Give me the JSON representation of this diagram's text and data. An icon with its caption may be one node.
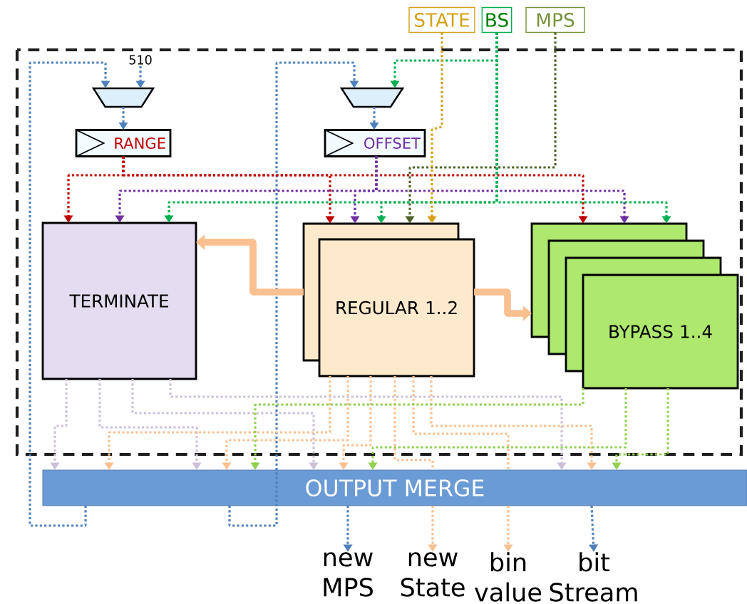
{
  "diagram": {
    "nodes": [
      {
        "text": [
          "510"
        ]
      },
      {
        "text": [],
        "shape": "trapezoid"
      },
      {
        "text": [
          "RANGE"
        ]
      },
      {
        "text": [],
        "shape": "trapezoid"
      },
      {
        "text": [
          "OFFSET"
        ]
      },
      {
        "text": [
          "STATE"
        ]
      },
      {
        "text": [
          "BS"
        ]
      },
      {
        "text": [
          "MPS"
        ]
      },
      {
        "text": [
          "TERMINATE"
        ]
      },
      {
        "text": [
          "REGULAR 1..2"
        ]
      },
      {
        "text": [
          "BYPASS 1..4"
        ]
      },
      {
        "text": [
          "OUTPUT MERGE"
        ]
      },
      {
        "text": [
          "new MPS"
        ]
      },
      {
        "text": [
          "new State"
        ]
      },
      {
        "text": [
          "bin value"
        ]
      },
      {
        "text": [
          "bit Stream"
        ]
      }
    ],
    "edges": [
      {
        "from": 0,
        "to": 1,
        "arrow": "to",
        "style": "dashed",
        "color": "#4f81bd"
      },
      {
        "from": 11,
        "to": 1,
        "arrow": "to",
        "style": "dashed",
        "color": "#4f81bd"
      },
      {
        "from": 11,
        "to": 3,
        "arrow": "to",
        "style": "dashed",
        "color": "#4f81bd"
      },
      {
        "from": 6,
        "to": 3,
        "arrow": "to",
        "style": "dashed",
        "color": "#00b050"
      },
      {
        "from": 1,
        "to": 2,
        "arrow": "to",
        "style": "dashed",
        "color": "#4f81bd"
      },
      {
        "from": 3,
        "to": 4,
        "arrow": "to",
        "style": "dashed",
        "color": "#4f81bd"
      },
      {
        "from": 2,
        "to": 8,
        "arrow": "to",
        "style": "dashed",
        "color": "#c00000"
      },
      {
        "from": 2,
        "to": 9,
        "arrow": "to",
        "style": "dashed",
        "color": "#c00000"
      },
      {
        "from": 2,
        "to": 10,
        "arrow": "to",
        "style": "dashed",
        "color": "#c00000"
      },
      {
        "from": 4,
        "to": 8,
        "arrow": "to",
        "style": "dashed",
        "color": "#7030a0"
      },
      {
        "from": 4,
        "to": 9,
        "arrow": "to",
        "style": "dashed",
        "color": "#7030a0"
      },
      {
        "from": 4,
        "to": 10,
        "arrow": "to",
        "style": "dashed",
        "color": "#7030a0"
      },
      {
        "from": 6,
        "to": 8,
        "arrow": "to",
        "style": "dashed",
        "color": "#00b050"
      },
      {
        "from": 6,
        "to": 9,
        "arrow": "to",
        "style": "dashed",
        "color": "#00b050"
      },
      {
        "from": 6,
        "to": 10,
        "arrow": "to",
        "style": "dashed",
        "color": "#00b050"
      },
      {
        "from": 7,
        "to": 9,
        "arrow": "to",
        "style": "dashed",
        "color": "#4f6228"
      },
      {
        "from": 5,
        "to": 9,
        "arrow": "to",
        "style": "dashed",
        "color": "#d4a017"
      },
      {
        "from": 9,
        "to": 8,
        "arrow": "to",
        "style": "thick",
        "color": "#fac090"
      },
      {
        "from": 9,
        "to": 10,
        "arrow": "to",
        "style": "thick",
        "color": "#fac090"
      },
      {
        "from": 8,
        "to": 11,
        "arrow": "to",
        "style": "dashed",
        "color": "#ccc0da"
      },
      {
        "from": 8,
        "to": 11,
        "arrow": "to",
        "style": "dashed",
        "color": "#ccc0da"
      },
      {
        "from": 8,
        "to": 11,
        "arrow": "to",
        "style": "dashed",
        "color": "#ccc0da"
      },
      {
        "from": 8,
        "to": 11,
        "arrow": "to",
        "style": "dashed",
        "color": "#ccc0da"
      },
      {
        "from": 9,
        "to": 11,
        "arrow": "to",
        "style": "dashed",
        "color": "#fac090"
      },
      {
        "from": 9,
        "to": 11,
        "arrow": "to",
        "style": "dashed",
        "color": "#fac090"
      },
      {
        "from": 9,
        "to": 11,
        "arrow": "to",
        "style": "dashed",
        "color": "#fac090"
      },
      {
        "from": 9,
        "to": 11,
        "arrow": "none",
        "style": "dashed",
        "color": "#fac090"
      },
      {
        "from": 9,
        "to": 11,
        "arrow": "none",
        "style": "dashed",
        "color": "#fac090"
      },
      {
        "from": 9,
        "to": 11,
        "arrow": "to",
        "style": "dashed",
        "color": "#fac090"
      },
      {
        "from": 10,
        "to": 11,
        "arrow": "to",
        "style": "dashed",
        "color": "#92d050"
      },
      {
        "from": 10,
        "to": 11,
        "arrow": "to",
        "style": "dashed",
        "color": "#92d050"
      },
      {
        "from": 10,
        "to": 11,
        "arrow": "to",
        "style": "dashed",
        "color": "#92d050"
      },
      {
        "from": 11,
        "to": 12,
        "arrow": "to",
        "style": "dashed",
        "color": "#4f81bd"
      },
      {
        "from": 11,
        "to": 13,
        "arrow": "to",
        "style": "dashed",
        "color": "#fac090"
      },
      {
        "from": 11,
        "to": 14,
        "arrow": "to",
        "style": "dashed",
        "color": "#fac090"
      },
      {
        "from": 11,
        "to": 15,
        "arrow": "to",
        "style": "dashed",
        "color": "#4f81bd"
      }
    ]
  }
}
